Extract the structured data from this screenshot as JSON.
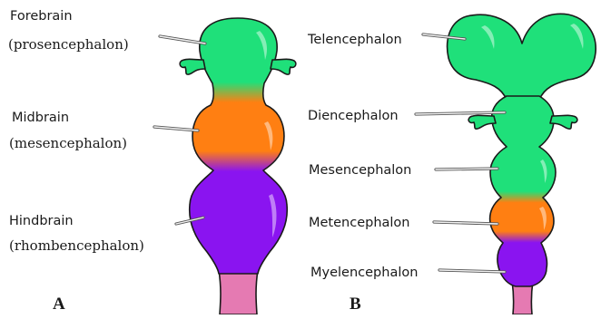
{
  "colors": {
    "forebrain": "#1fe07a",
    "midbrain": "#ff7f12",
    "hindbrain": "#8a14f0",
    "spinal_cord": "#e57ab2"
  },
  "panel_a": {
    "letter": "A",
    "labels": [
      {
        "line1": "Forebrain",
        "line2": "(prosencephalon)"
      },
      {
        "line1": "Midbrain",
        "line2": "(mesencephalon)"
      },
      {
        "line1": "Hindbrain",
        "line2": "(rhombencephalon)"
      }
    ]
  },
  "panel_b": {
    "letter": "B",
    "labels": [
      "Telencephalon",
      "Diencephalon",
      "Mesencephalon",
      "Metencephalon",
      "Myelencephalon"
    ]
  }
}
